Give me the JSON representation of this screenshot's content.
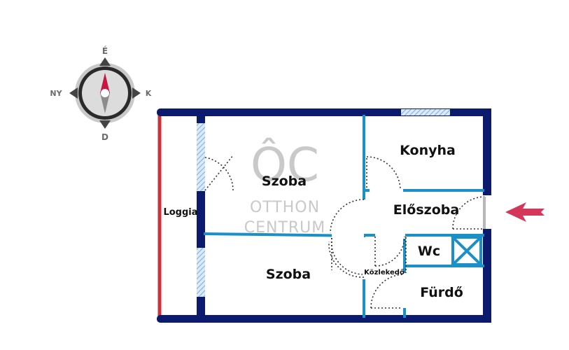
{
  "compass": {
    "north": "É",
    "south": "D",
    "west": "NY",
    "east": "K"
  },
  "watermark": {
    "logo": "ÔC",
    "line1": "OTTHON",
    "line2": "CENTRUM"
  },
  "rooms": {
    "loggia": "Loggia",
    "room_upper": "Szoba",
    "room_lower": "Szoba",
    "kitchen": "Konyha",
    "hall": "Előszoba",
    "wc": "Wc",
    "corridor": "Közlekedő",
    "bathroom": "Fürdő"
  },
  "colors": {
    "outer_wall": "#0c1a6e",
    "inner_wall": "#1b8fc7",
    "balcony_rail": "#c8333c",
    "window_hatch": "#7fb2e0",
    "entrance_arrow": "#d4375a"
  }
}
